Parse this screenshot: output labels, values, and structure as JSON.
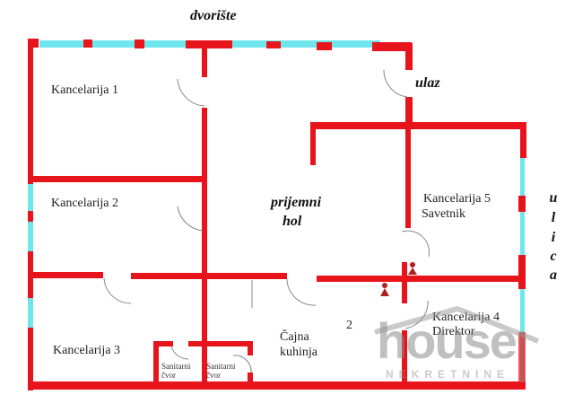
{
  "plan": {
    "outside": {
      "courtyard": "dvorište",
      "entrance": "ulaz",
      "street": [
        "u",
        "l",
        "i",
        "c",
        "a"
      ]
    },
    "rooms": {
      "office1": "Kancelarija 1",
      "office2": "Kancelarija 2",
      "office3": "Kancelarija 3",
      "office4_line1": "Kancelarija 4",
      "office4_line2": "Direktor",
      "office5_line1": "Kancelarija 5",
      "office5_line2": "Savetnik",
      "hall_line1": "prijemni",
      "hall_line2": "hol",
      "kitchen_line1": "Čajna",
      "kitchen_line2": "kuhinja",
      "wc1_line1": "Sanitarni",
      "wc1_line2": "čvor",
      "wc2_line1": "Sanitarni",
      "wc2_line2": "čvor",
      "marker": "2"
    },
    "colors": {
      "wall": "#e8141b",
      "window": "#6fe6ec",
      "door": "#888888"
    }
  },
  "watermark": {
    "brand": "house",
    "sub": "NEKRETNINE"
  }
}
